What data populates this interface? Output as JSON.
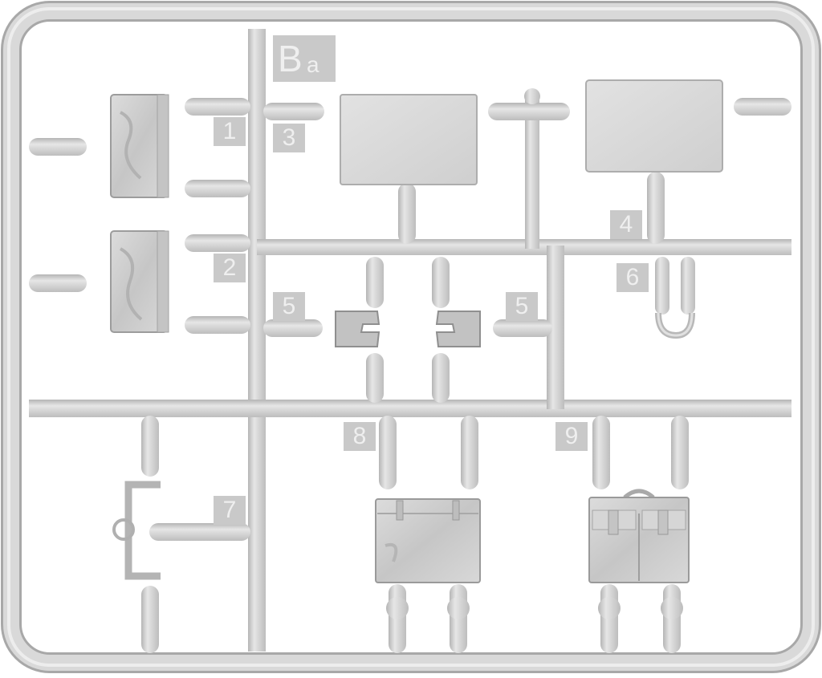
{
  "sprue": {
    "letter": "B",
    "suffix": "a",
    "part_numbers": [
      "1",
      "2",
      "3",
      "4",
      "5",
      "5",
      "6",
      "7",
      "8",
      "9"
    ]
  },
  "colors": {
    "plastic": "#d2d2d2",
    "plastic_shadow": "#a9a9a9",
    "plastic_highlight": "#ececec",
    "tag_bg": "#c9c9c9",
    "background": "#ffffff"
  }
}
